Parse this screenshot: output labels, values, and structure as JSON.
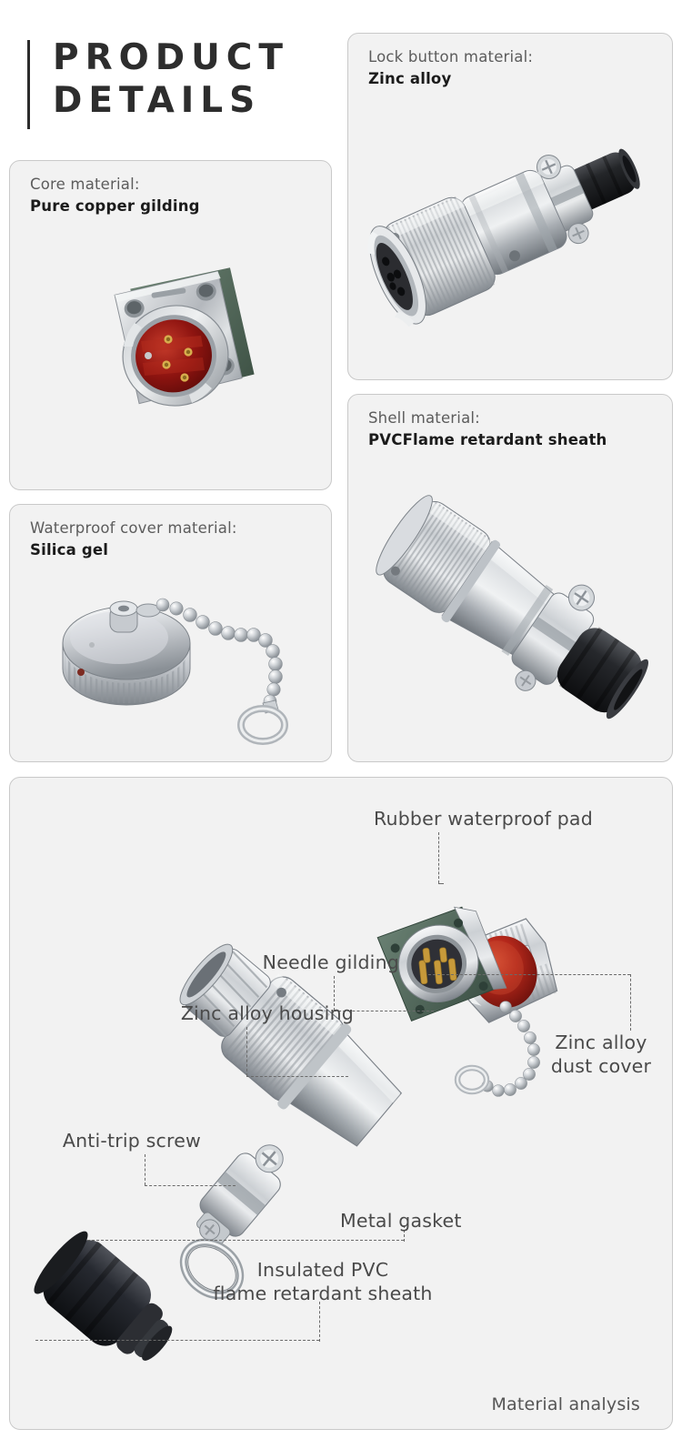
{
  "header": {
    "title": "PRODUCT\nDETAILS"
  },
  "cards": [
    {
      "id": "core",
      "label": "Core material:",
      "value": "Pure copper gilding",
      "image_name": "panel-mount-connector-red-insert"
    },
    {
      "id": "lock",
      "label": "Lock button material:",
      "value": "Zinc alloy",
      "image_name": "female-plug-connector-with-cable-clamp"
    },
    {
      "id": "shell",
      "label": "Shell material:",
      "value": "PVCFlame retardant sheath",
      "image_name": "connector-with-black-pvc-sheath"
    },
    {
      "id": "water",
      "label": "Waterproof cover material:",
      "value": "Silica gel",
      "image_name": "dust-cap-with-ball-chain"
    }
  ],
  "analysis": {
    "caption": "Material analysis",
    "annotations": [
      {
        "id": "rubber-pad",
        "text": "Rubber waterproof pad"
      },
      {
        "id": "needle",
        "text": "Needle gilding"
      },
      {
        "id": "housing",
        "text": "Zinc alloy housing"
      },
      {
        "id": "dust-cover",
        "text": "Zinc alloy\ndust cover"
      },
      {
        "id": "screw",
        "text": "Anti-trip screw"
      },
      {
        "id": "gasket",
        "text": "Metal gasket"
      },
      {
        "id": "sheath",
        "text": "Insulated PVC\nflame retardant sheath"
      }
    ]
  },
  "colors": {
    "card_bg": "#f2f2f2",
    "card_border": "#c9c9c9",
    "label_text": "#5c5c5c",
    "value_text": "#1b1b1b",
    "anno_text": "#4a4a4a",
    "metal_light": "#f0f1f2",
    "metal_mid": "#b9bcc0",
    "metal_dark": "#6f7478",
    "red_insert": "#a01414",
    "green_flange": "#4a6052",
    "black_sheath": "#232428",
    "gold_pin": "#c79a3a"
  }
}
